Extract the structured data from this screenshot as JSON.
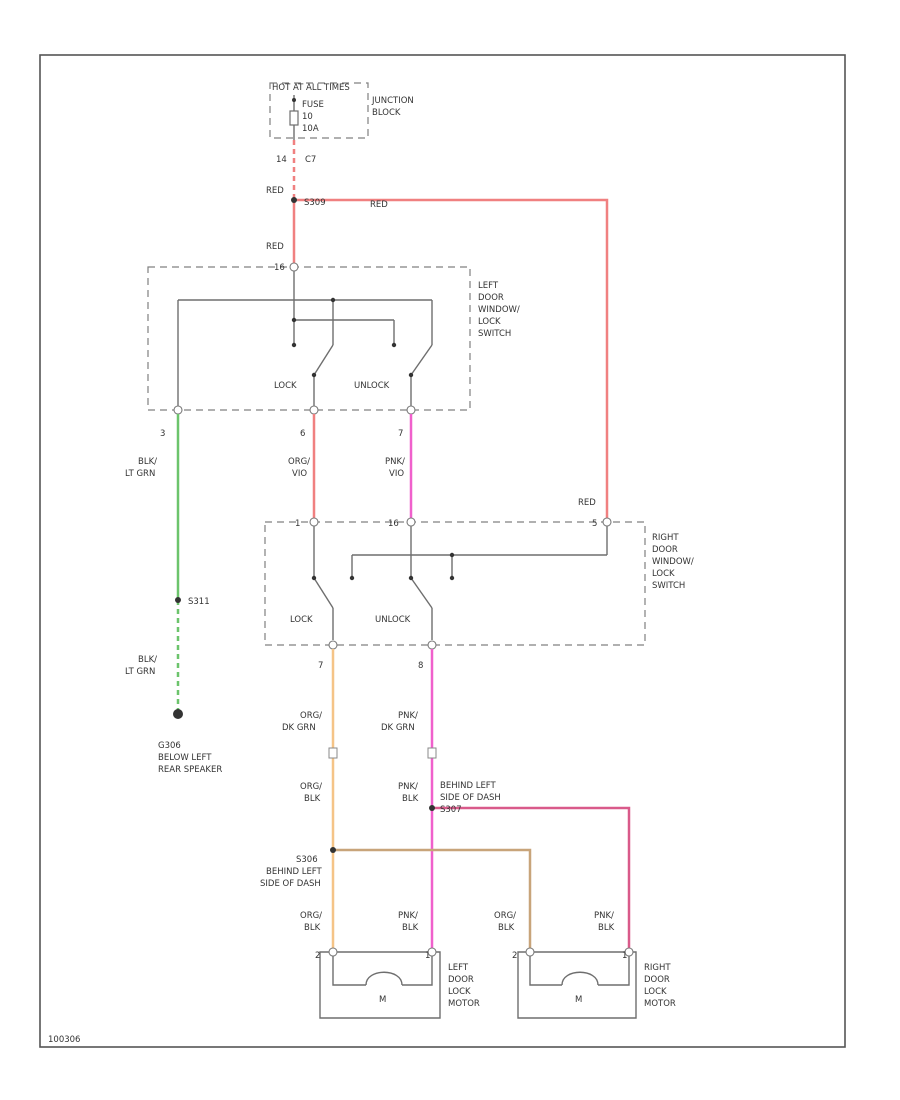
{
  "colors": {
    "red": "#f08080",
    "pink": "#f060cc",
    "orange": "#f5c487",
    "green": "#6cc46c",
    "dark_pink": "#d95a8a",
    "tan": "#c8a47a"
  },
  "labels": {
    "hot": "HOT AT ALL TIMES",
    "fuse1": "FUSE",
    "fuse2": "10",
    "fuse3": "10A",
    "jb1": "JUNCTION",
    "jb2": "BLOCK",
    "c1_pin": "14",
    "c1": "C7",
    "red_a": "RED",
    "splice_red": "S309",
    "red_h": "RED",
    "red_b": "RED",
    "pin_16": "16",
    "lsw1": "LEFT",
    "lsw2": "DOOR",
    "lsw3": "WINDOW/",
    "lsw4": "LOCK",
    "lsw5": "SWITCH",
    "lock_l": "LOCK",
    "unlock_l": "UNLOCK",
    "pin_l3": "3",
    "pin_l6": "6",
    "pin_l7": "7",
    "blk1": "BLK/",
    "blk2": "LT GRN",
    "org1": "ORG/",
    "org2": "VIO",
    "pnk1": "PNK/",
    "pnk2": "VIO",
    "red_r": "RED",
    "pin_r1": "1",
    "pin_r2": "16",
    "pin_r3": "5",
    "rsw1": "RIGHT",
    "rsw2": "DOOR",
    "rsw3": "WINDOW/",
    "rsw4": "LOCK",
    "rsw5": "SWITCH",
    "lock_r": "LOCK",
    "unlock_r": "UNLOCK",
    "splice_g": "S311",
    "blk3": "BLK/",
    "blk4": "LT GRN",
    "pin_r7": "7",
    "pin_r8": "8",
    "g1": "G306",
    "g2": "BELOW LEFT",
    "g3": "REAR SPEAKER",
    "o3": "ORG/",
    "o4": "DK GRN",
    "p3": "PNK/",
    "p4": "DK GRN",
    "o5": "ORG/",
    "o6": "BLK",
    "p5": "PNK/",
    "p6": "BLK",
    "sp1": "BEHIND LEFT",
    "sp2": "SIDE OF DASH",
    "sp3": "S307",
    "so1": "S306",
    "so2": "BEHIND LEFT",
    "so3": "SIDE OF DASH",
    "o7": "ORG/",
    "o8": "BLK",
    "p7": "PNK/",
    "p8": "BLK",
    "o9": "ORG/",
    "o10": "BLK",
    "p9": "PNK/",
    "p10": "BLK",
    "lm_pin1": "2",
    "lm_pin2": "1",
    "rm_pin1": "2",
    "rm_pin2": "1",
    "m1": "M",
    "m2": "M",
    "lm1": "LEFT",
    "lm2": "DOOR",
    "lm3": "LOCK",
    "lm4": "MOTOR",
    "rm1": "RIGHT",
    "rm2": "DOOR",
    "rm3": "LOCK",
    "rm4": "MOTOR",
    "code": "100306"
  }
}
